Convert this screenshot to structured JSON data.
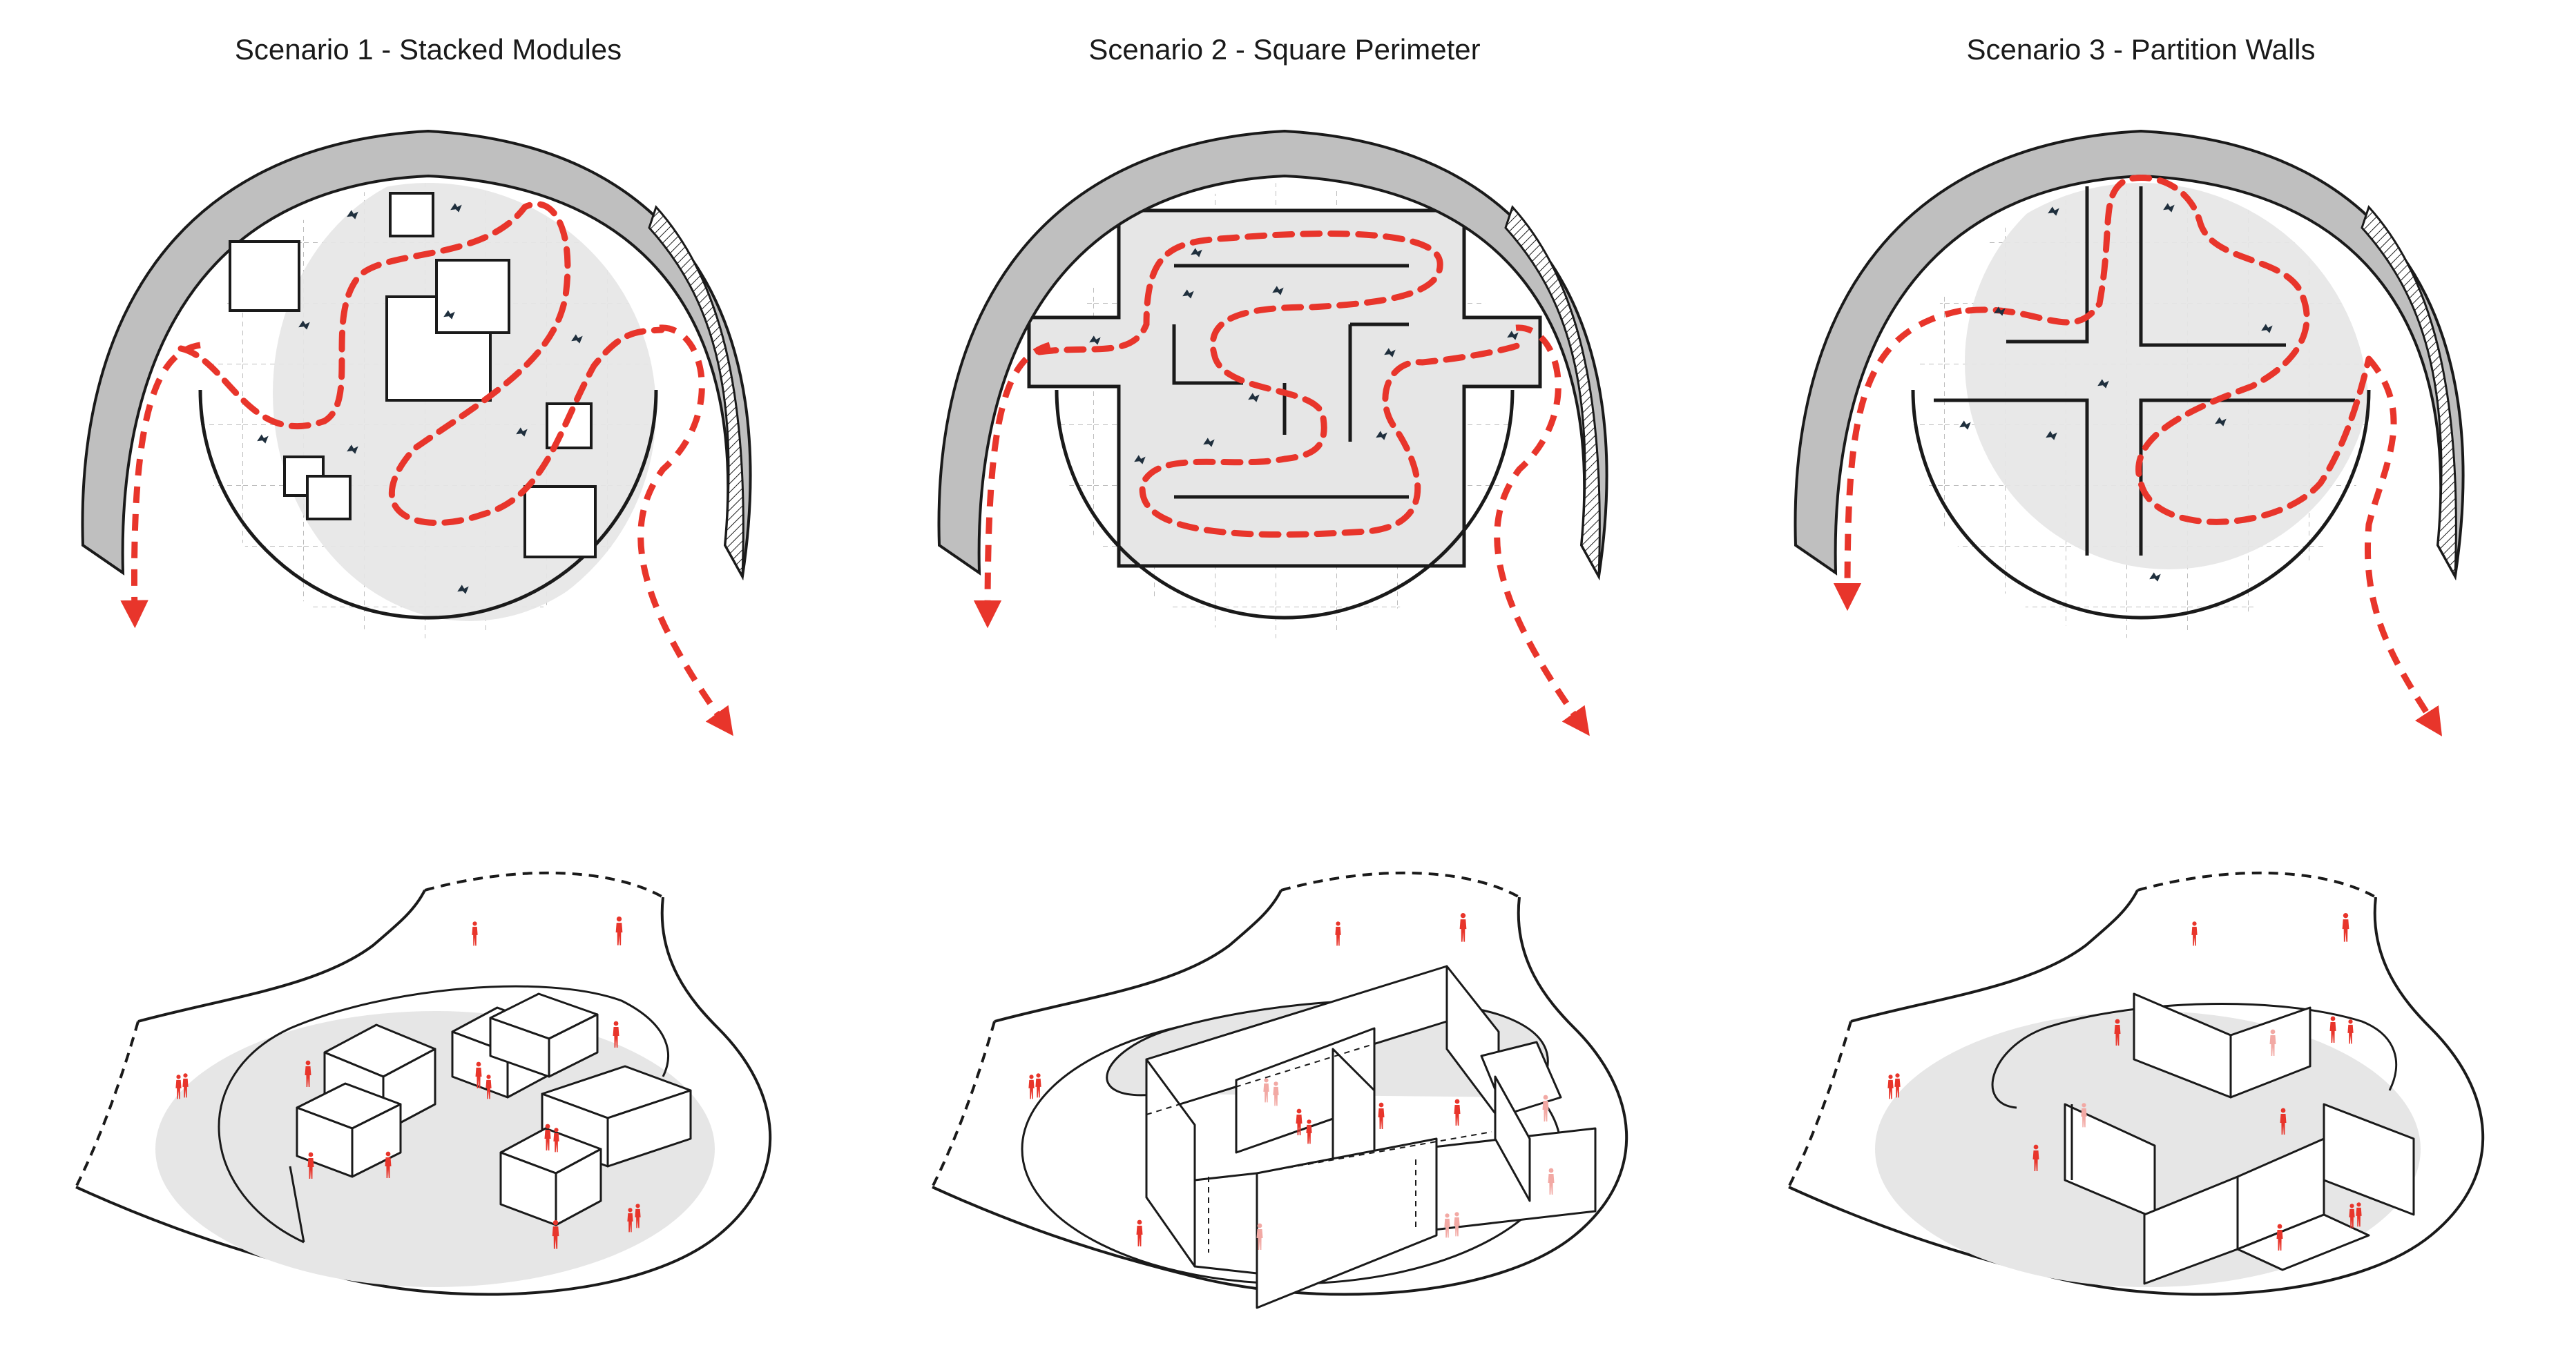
{
  "colors": {
    "line": "#1a1a1a",
    "floor": "#e6e6e6",
    "grid": "#bdbdbd",
    "route": "#e8352b",
    "person": "#e8352b",
    "person_faded": "#f2a9a4",
    "visitor_icon": "#1f2f3d"
  },
  "scenarios": [
    {
      "title": "Scenario 1 - Stacked Modules"
    },
    {
      "title": "Scenario 2 - Square Perimeter"
    },
    {
      "title": "Scenario 3 - Partition Walls"
    }
  ]
}
